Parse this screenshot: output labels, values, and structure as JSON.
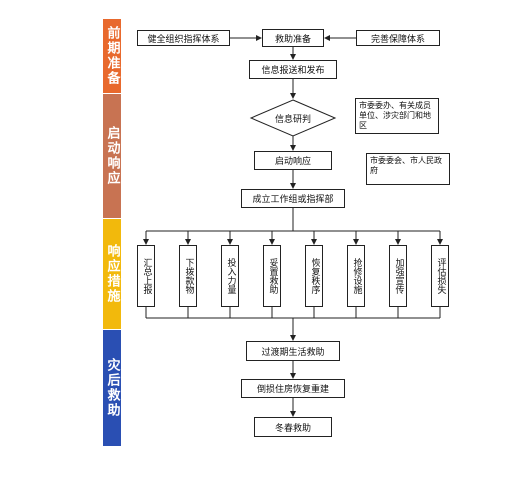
{
  "phases": [
    {
      "label": "前期准备",
      "color": "#e8692d"
    },
    {
      "label": "启动响应",
      "color": "#c87352"
    },
    {
      "label": "响应措施",
      "color": "#f2b90c"
    },
    {
      "label": "灾后救助",
      "color": "#2a4fb3"
    }
  ],
  "nodes": {
    "left_system": "健全组织指挥体系",
    "prep": "救助准备",
    "right_system": "完善保障体系",
    "report": "信息报送和发布",
    "judge": "信息研判",
    "judge_note": "市委委办、有关成员单位、涉灾部门和地区",
    "start": "启动响应",
    "start_note": "市委委会、市人民政府",
    "group": "成立工作组或指挥部",
    "recovery1": "过渡期生活救助",
    "recovery2": "倒损住房恢复重建",
    "recovery3": "冬春救助"
  },
  "measures": [
    "汇总上报",
    "下拨款物",
    "投入力量",
    "妥置救助",
    "恢复秩序",
    "抢修设施",
    "加强宣传",
    "评估损失"
  ]
}
